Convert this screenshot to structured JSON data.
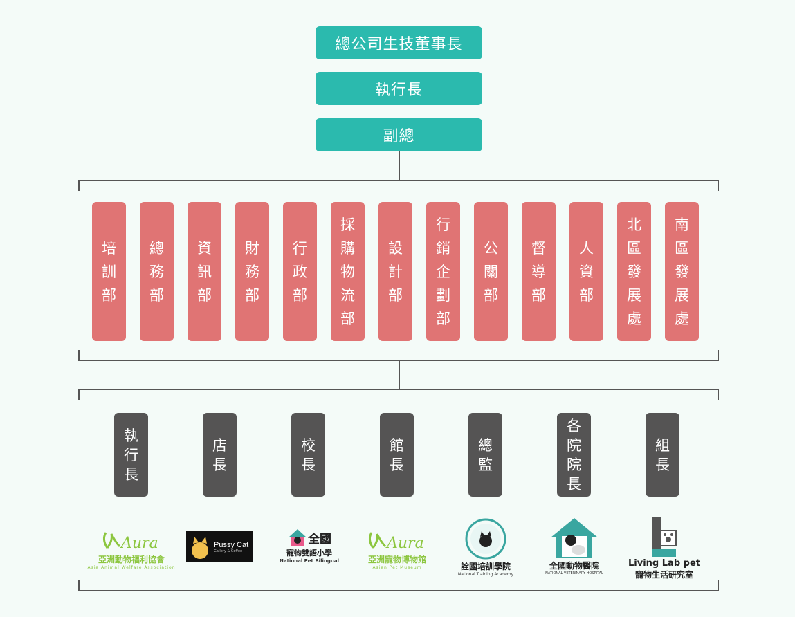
{
  "top": {
    "chairman": "總公司生技董事長",
    "ceo": "執行長",
    "vp": "副總"
  },
  "departments": [
    "培訓部",
    "總務部",
    "資訊部",
    "財務部",
    "行政部",
    "採購物流部",
    "設計部",
    "行銷企劃部",
    "公關部",
    "督導部",
    "人資部",
    "北區發展處",
    "南區發展處"
  ],
  "roles": [
    "執行長",
    "店長",
    "校長",
    "館長",
    "總監",
    "各院院長",
    "組長"
  ],
  "logos": {
    "asia_welfare": {
      "mark": "Aura",
      "name": "亞洲動物福利協會",
      "sub": "Asia Animal Welfare Association"
    },
    "pussy_cat": {
      "name": "Pussy Cat",
      "sub": "Gallery & Coffee"
    },
    "bilingual": {
      "name": "全國",
      "sub_name": "寵物雙語小學",
      "en": "National  Pet  Bilingual"
    },
    "museum": {
      "mark": "Aura",
      "name": "亞洲寵物博物館",
      "sub": "Asian  Pet  Museum"
    },
    "academy": {
      "name": "詮國培訓學院",
      "sub": "National Training Academy"
    },
    "hospital": {
      "name": "全國動物醫院",
      "sub": "NATIONAL VETERINARY HOSPITAL"
    },
    "living_lab": {
      "name": "Living Lab pet",
      "sub": "寵物生活研究室"
    }
  },
  "colors": {
    "teal": "#2bbaae",
    "red": "#e07474",
    "dark": "#555454",
    "green": "#8cc63f"
  }
}
